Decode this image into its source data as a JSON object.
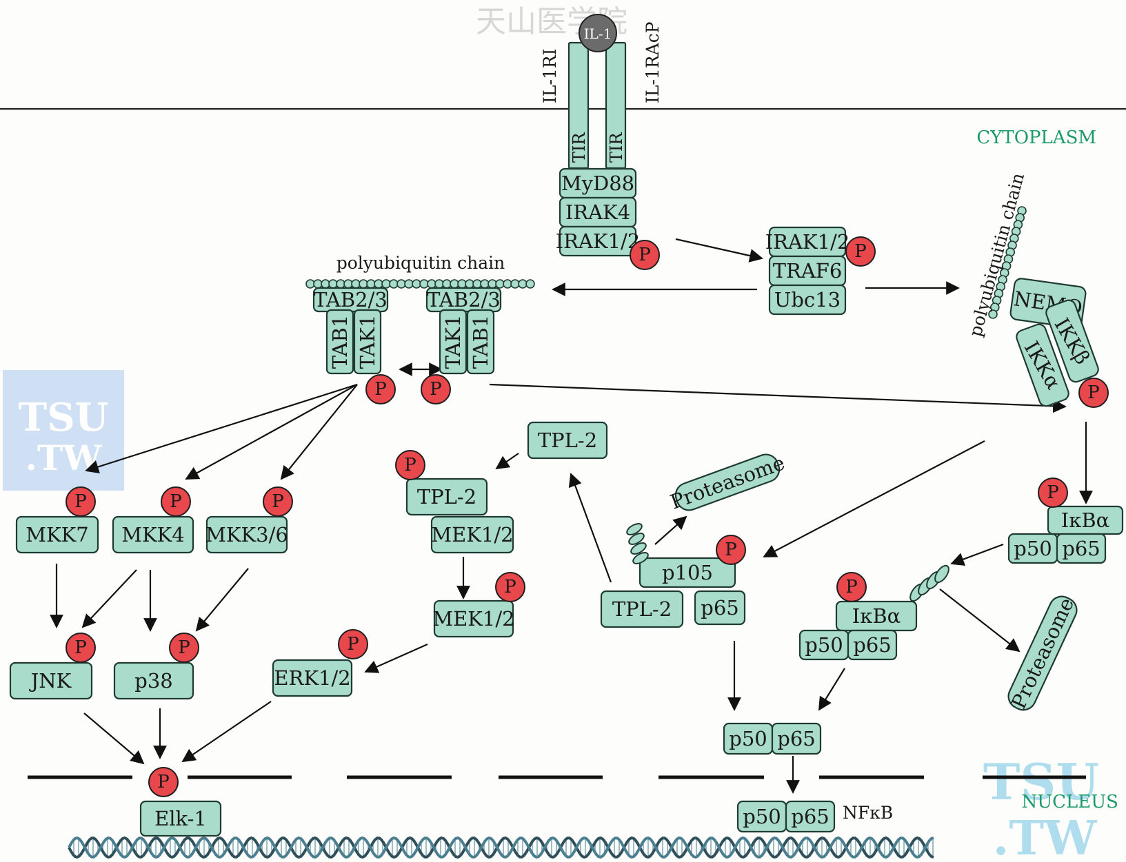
{
  "watermarks": {
    "top_cn": "天山医学院",
    "tsu": "TSU",
    "tw": ".TW"
  },
  "compartments": {
    "cytoplasm": "CYTOPLASM",
    "nucleus": "NUCLEUS"
  },
  "ligand": "IL-1",
  "receptors": {
    "left": "IL-1RI",
    "right": "IL-1RAcP",
    "tir": "TIR"
  },
  "phospho": "P",
  "labels": {
    "polyub_left": "polyubiquitin chain",
    "polyub_right": "polyubiquitin chain",
    "nfkb": "NFκB"
  },
  "proteins": {
    "myd88": "MyD88",
    "irak4": "IRAK4",
    "irak12": "IRAK1/2",
    "irak12_b": "IRAK1/2",
    "traf6": "TRAF6",
    "ubc13": "Ubc13",
    "tab23": "TAB2/3",
    "tab1": "TAB1",
    "tak1": "TAK1",
    "nemo": "NEMO",
    "ikka": "IKKα",
    "ikkb": "IKKβ",
    "mkk7": "MKK7",
    "mkk4": "MKK4",
    "mkk36": "MKK3/6",
    "jnk": "JNK",
    "p38": "p38",
    "erk": "ERK1/2",
    "elk1": "Elk-1",
    "tpl2": "TPL-2",
    "mek12": "MEK1/2",
    "p105": "p105",
    "p65": "p65",
    "p50": "p50",
    "ikba": "IκBα",
    "proteasome": "Proteasome"
  }
}
